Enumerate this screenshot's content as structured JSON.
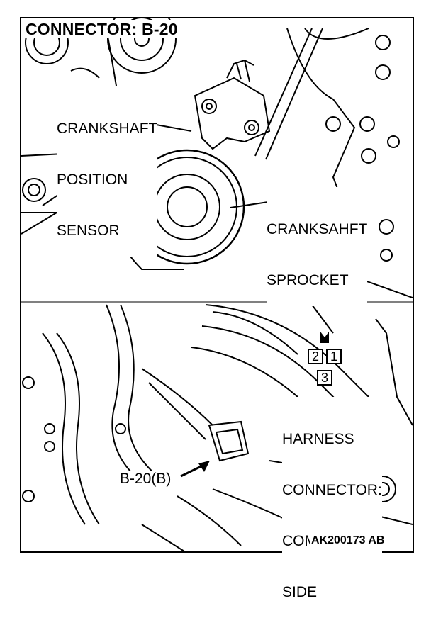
{
  "title": "CONNECTOR: B-20",
  "upper_view": {
    "sensor_label": [
      "CRANKSHAFT",
      "POSITION",
      "SENSOR"
    ],
    "sprocket_label": [
      "CRANKSAHFT",
      "SPROCKET"
    ]
  },
  "lower_view": {
    "connector_callout": "B-20(B)",
    "harness_label": [
      "HARNESS",
      "CONNECTOR:",
      "COMPONENT",
      "SIDE"
    ],
    "pins": [
      "2",
      "1",
      "3"
    ]
  },
  "figure_id": "AK200173 AB"
}
